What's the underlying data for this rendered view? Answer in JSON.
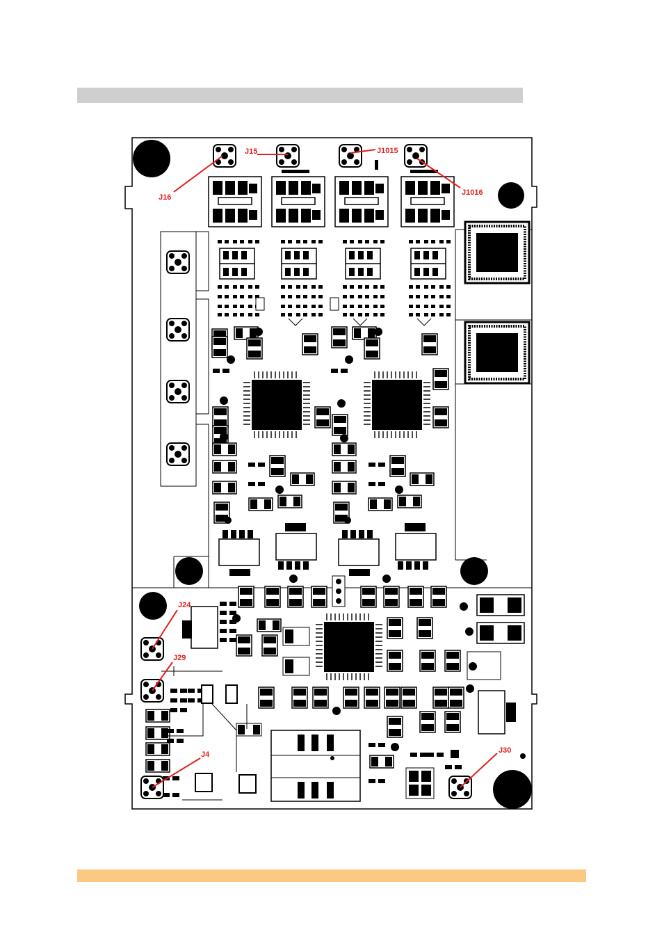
{
  "colors": {
    "copper": "#000000",
    "outline": "#000000",
    "board": "#ffffff",
    "callout": "#e02020",
    "title_bar": "#cfcfcf",
    "footer_bar": "#fcc983"
  },
  "connectors": {
    "j15": "J15",
    "j16": "J16",
    "j1015": "J1015",
    "j1016": "J1016",
    "j24": "J24",
    "j29": "J29",
    "j4": "J4",
    "j30": "J30"
  }
}
